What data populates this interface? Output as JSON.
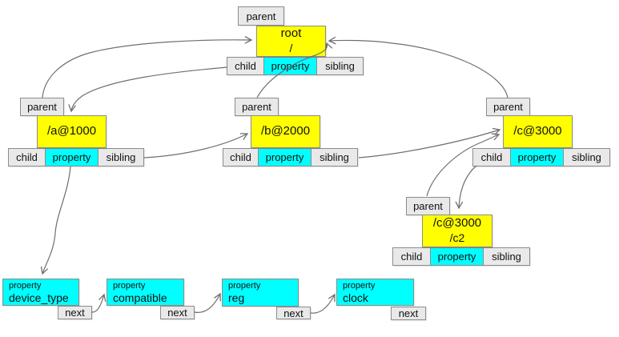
{
  "diagram": {
    "labels": {
      "parent": "parent",
      "child": "child",
      "property": "property",
      "sibling": "sibling",
      "next": "next"
    },
    "nodes": [
      {
        "id": "root",
        "title": "root",
        "subtitle": "/"
      },
      {
        "id": "a1000",
        "title": "/a@1000"
      },
      {
        "id": "b2000",
        "title": "/b@2000"
      },
      {
        "id": "c3000",
        "title": "/c@3000"
      },
      {
        "id": "c3000-c2",
        "title": "/c@3000",
        "subtitle": "/c2"
      }
    ],
    "property_chain": [
      {
        "tag": "property",
        "name": "device_type"
      },
      {
        "tag": "property",
        "name": "compatible"
      },
      {
        "tag": "property",
        "name": "reg"
      },
      {
        "tag": "property",
        "name": "clock"
      }
    ],
    "edges": [
      {
        "from": "a1000.parent",
        "to": "root"
      },
      {
        "from": "b2000.parent",
        "to": "root"
      },
      {
        "from": "c3000.parent",
        "to": "root"
      },
      {
        "from": "root.child",
        "to": "a1000"
      },
      {
        "from": "a1000.sibling",
        "to": "b2000"
      },
      {
        "from": "b2000.sibling",
        "to": "c3000"
      },
      {
        "from": "c3000-c2.parent",
        "to": "c3000"
      },
      {
        "from": "c3000.child",
        "to": "c3000-c2"
      },
      {
        "from": "a1000.property",
        "to": "device_type"
      },
      {
        "from": "device_type.next",
        "to": "compatible"
      },
      {
        "from": "compatible.next",
        "to": "reg"
      },
      {
        "from": "reg.next",
        "to": "clock"
      }
    ],
    "colors": {
      "node_fill": "#ffff00",
      "property_fill": "#00ffff",
      "tab_fill": "#e9e9e9",
      "box_border": "#8c8c8c",
      "arrow": "#6e6e6e",
      "text": "#111111"
    }
  }
}
